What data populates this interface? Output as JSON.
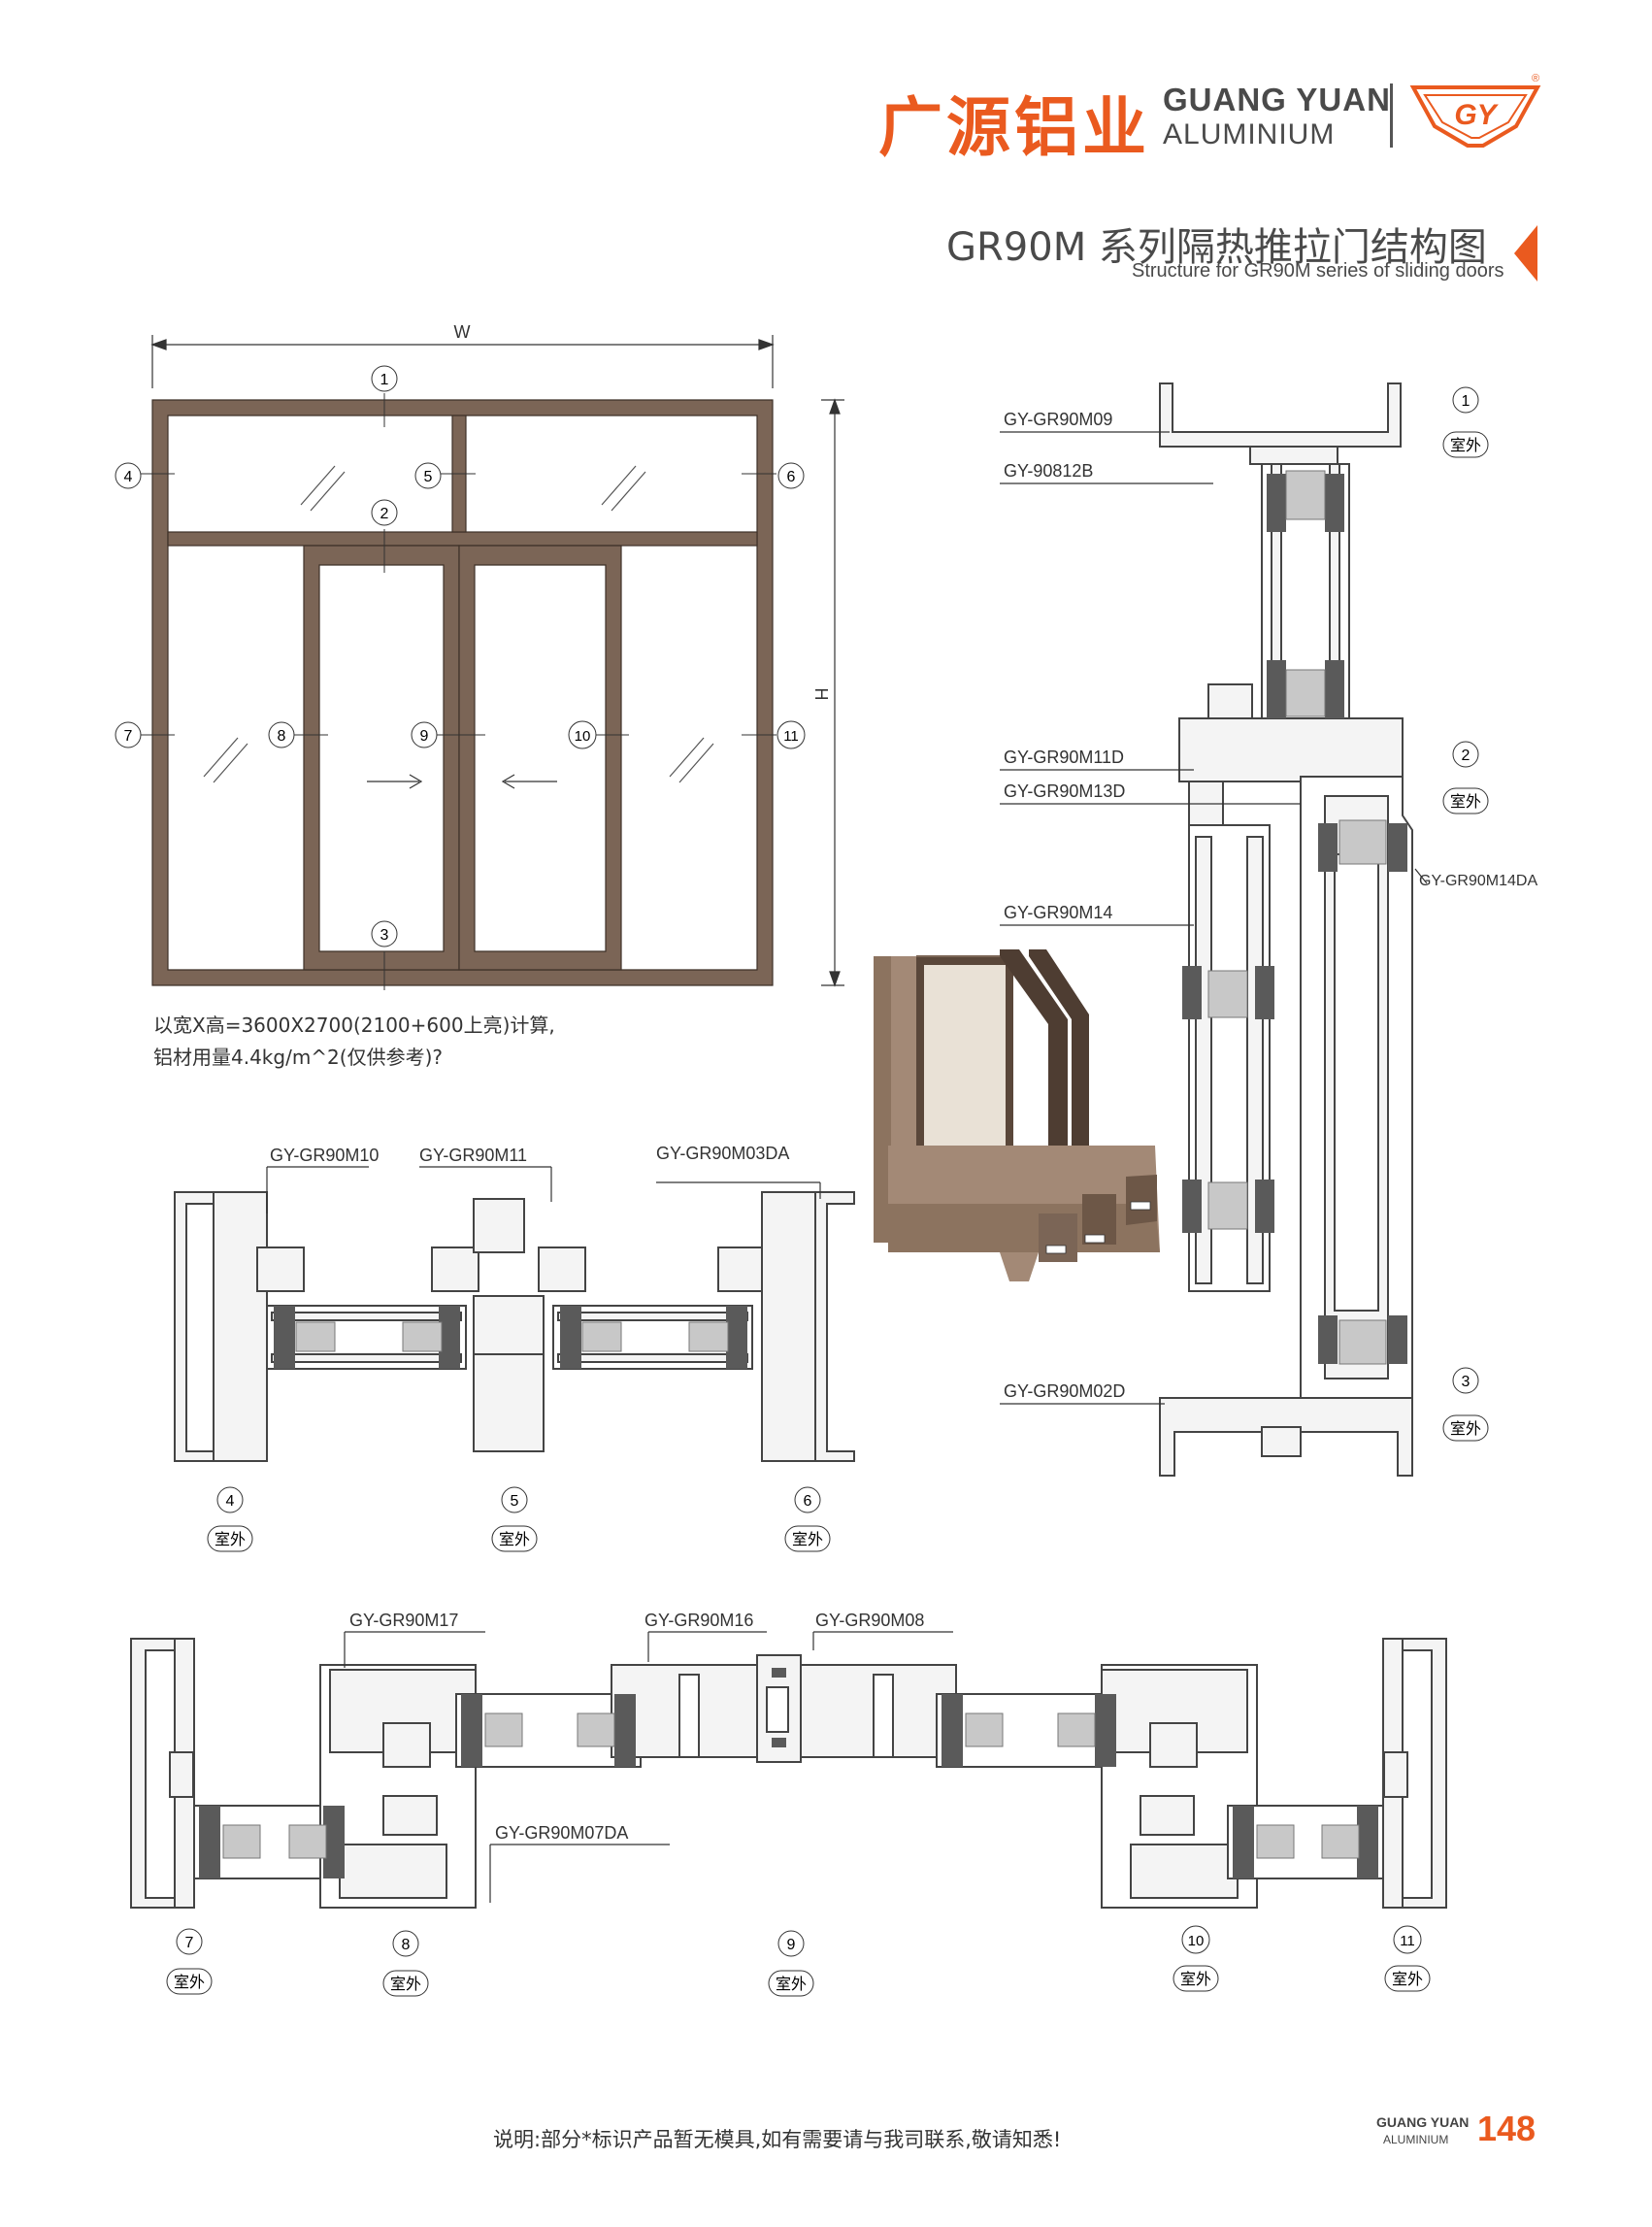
{
  "brand": {
    "name_cn": "广源铝业",
    "name_en_line1": "GUANG YUAN",
    "name_en_line2": "ALUMINIUM",
    "logo_text": "GY",
    "registered_mark": "®",
    "accent_color": "#ea5a1f"
  },
  "title": {
    "cn": "GR90M 系列隔热推拉门结构图",
    "en": "Structure for GR90M series of sliding doors"
  },
  "elevation": {
    "width_label": "W",
    "height_label": "H",
    "frame_color": "#7b6556",
    "markers": [
      "1",
      "2",
      "3",
      "4",
      "5",
      "6",
      "7",
      "8",
      "9",
      "10",
      "11"
    ]
  },
  "notes": {
    "line1": "以宽X高=3600X2700(2100+600上亮)计算,",
    "line2": "铝材用量4.4kg/m^2(仅供参考)?"
  },
  "indoor_outdoor_label": "室外",
  "vertical_section": {
    "labels": [
      "GY-GR90M09",
      "GY-90812B",
      "GY-GR90M11D",
      "GY-GR90M13D",
      "GY-GR90M14DA",
      "GY-GR90M14",
      "GY-GR90M02D"
    ],
    "markers": [
      "1",
      "2",
      "3"
    ]
  },
  "section_upper": {
    "labels": [
      "GY-GR90M10",
      "GY-GR90M11",
      "GY-GR90M03DA"
    ],
    "markers": [
      "4",
      "5",
      "6"
    ]
  },
  "section_lower": {
    "labels": [
      "GY-GR90M17",
      "GY-GR90M16",
      "GY-GR90M08",
      "GY-GR90M07DA"
    ],
    "markers": [
      "7",
      "8",
      "9",
      "10",
      "11"
    ]
  },
  "footer": {
    "note": "说明:部分*标识产品暂无模具,如有需要请与我司联系,敬请知悉!",
    "brand1": "GUANG YUAN",
    "brand2": "ALUMINIUM",
    "page": "148"
  }
}
